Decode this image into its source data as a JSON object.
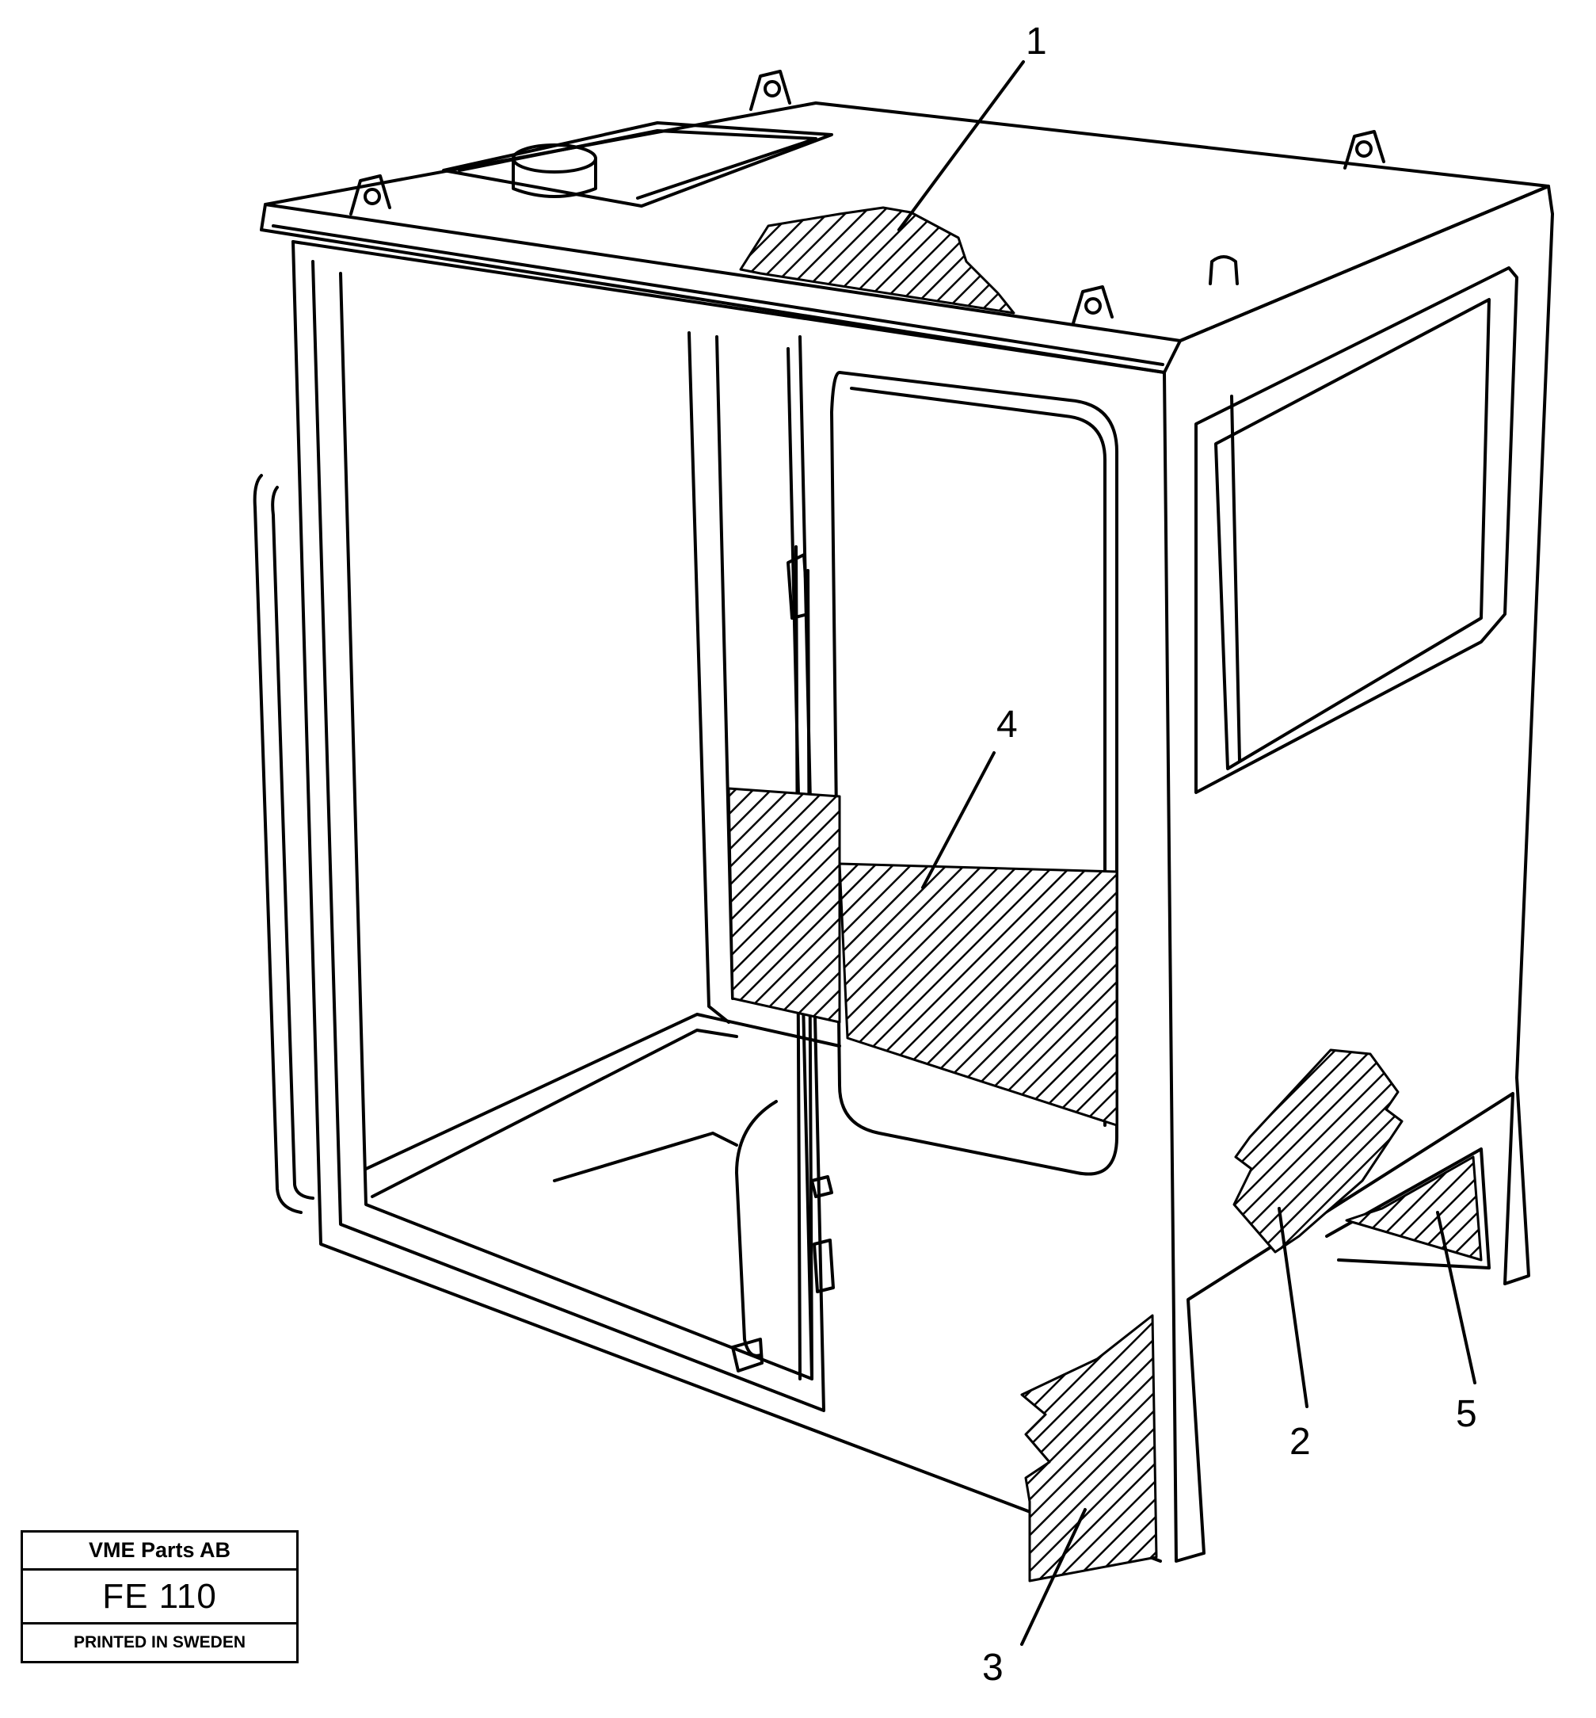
{
  "callouts": [
    "1",
    "2",
    "3",
    "4",
    "5"
  ],
  "title_block": {
    "company": "VME Parts AB",
    "figure_code": "FE 110",
    "imprint": "PRINTED IN SWEDEN"
  }
}
